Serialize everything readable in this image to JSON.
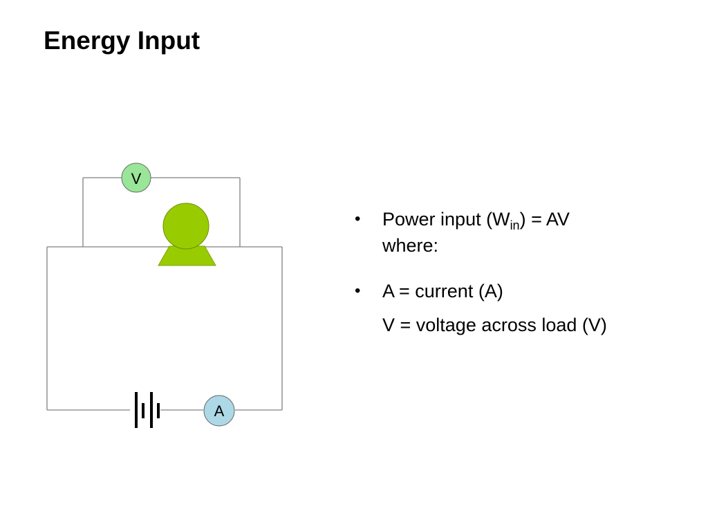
{
  "slide": {
    "title": "Energy Input"
  },
  "diagram": {
    "voltmeter_label": "V",
    "ammeter_label": "A",
    "colors": {
      "wire": "#808080",
      "voltmeter_fill": "#99e699",
      "ammeter_fill": "#add8e6",
      "load_fill": "#99cc00",
      "battery": "#000000"
    }
  },
  "bullets": {
    "item1": {
      "prefix": "Power input (W",
      "subscript": "in",
      "suffix": ") = AV",
      "line2": "where:"
    },
    "item2": {
      "line1": "A = current (A)",
      "line2": "V = voltage across load (V)"
    }
  }
}
